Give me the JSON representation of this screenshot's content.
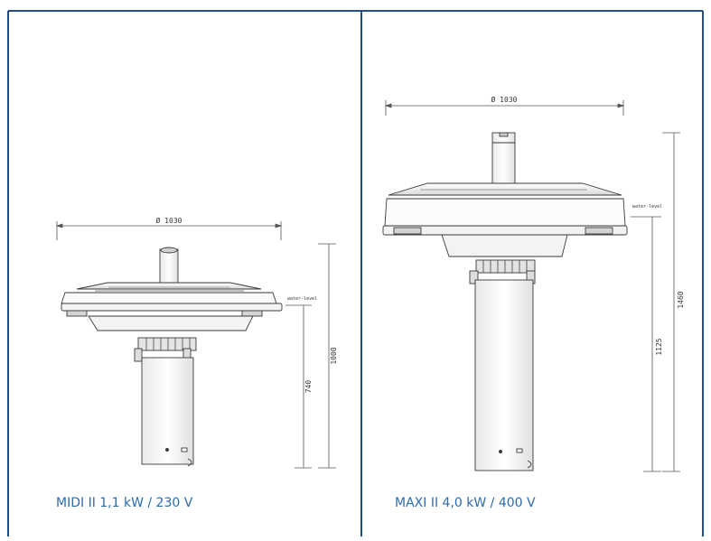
{
  "colors": {
    "frame": "#1f4e89",
    "caption": "#2b6bb0",
    "drawing": "#3a3a3a",
    "dimension": "#555555"
  },
  "left_panel": {
    "caption": "MIDI II 1,1 kW / 230 V",
    "diameter_label": "Ø 1030",
    "water_level_label": "water-level",
    "height_label": "1000",
    "submerged_label": "740"
  },
  "right_panel": {
    "caption": "MAXI II 4,0 kW / 400 V",
    "diameter_label": "Ø 1030",
    "water_level_label": "water-level",
    "height_label": "1460",
    "submerged_label": "1125"
  }
}
